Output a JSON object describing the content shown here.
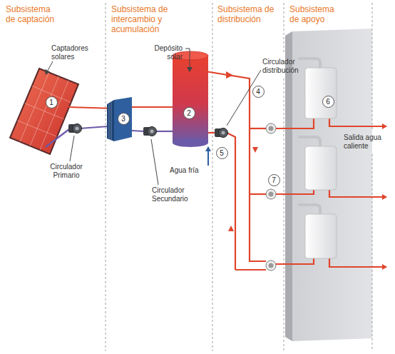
{
  "diagram": {
    "labels": [
      "Subsistema de captación",
      "Subsistema de intercambio y acumulación",
      "Subsistema de distribución",
      "Subsistema de apoyo",
      "Captadores solares",
      "1",
      "Depósito solar",
      "2",
      "Circulador distribución",
      "4",
      "3",
      "6",
      "Salida agua caliente",
      "5",
      "Agua fría",
      "7",
      "Circulador Primario",
      "Circulador Secundario"
    ]
  }
}
